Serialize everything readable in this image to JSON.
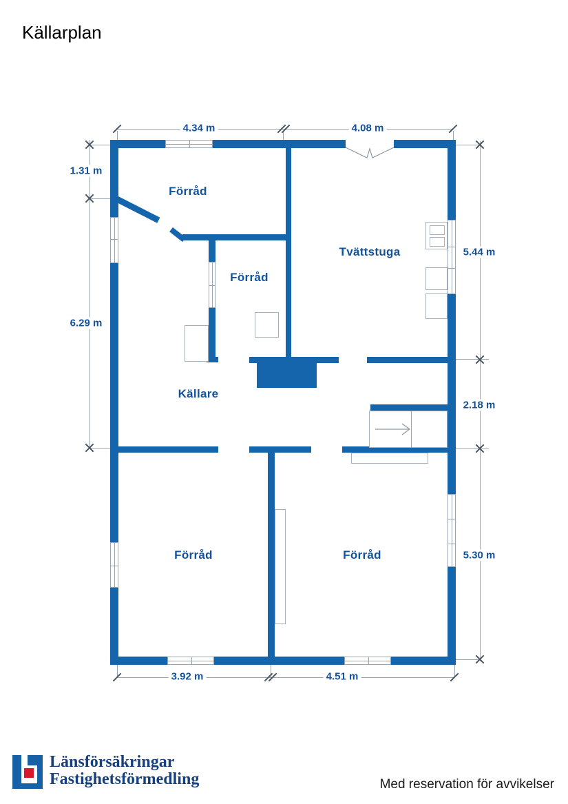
{
  "page": {
    "title": "Källarplan"
  },
  "rooms": [
    {
      "id": "forrad-nw",
      "label": "Förråd"
    },
    {
      "id": "forrad-mid",
      "label": "Förråd"
    },
    {
      "id": "tvattstuga",
      "label": "Tvättstuga"
    },
    {
      "id": "kallare",
      "label": "Källare"
    },
    {
      "id": "forrad-sw",
      "label": "Förråd"
    },
    {
      "id": "forrad-se",
      "label": "Förråd"
    }
  ],
  "dimensions": {
    "top": [
      "4.34 m",
      "4.08 m"
    ],
    "left": [
      "1.31 m",
      "6.29 m"
    ],
    "right": [
      "5.44 m",
      "2.18 m",
      "5.30 m"
    ],
    "bottom": [
      "3.92 m",
      "4.51 m"
    ]
  },
  "footer": {
    "brand_line1": "Länsförsäkringar",
    "brand_line2": "Fastighetsförmedling",
    "disclaimer": "Med reservation för avvikelser"
  },
  "colors": {
    "wall_blue": "#1565ad",
    "label_blue": "#13529c",
    "logo_navy": "#163f7d",
    "logo_red": "#d7182a",
    "line_gray": "#98a4af"
  }
}
